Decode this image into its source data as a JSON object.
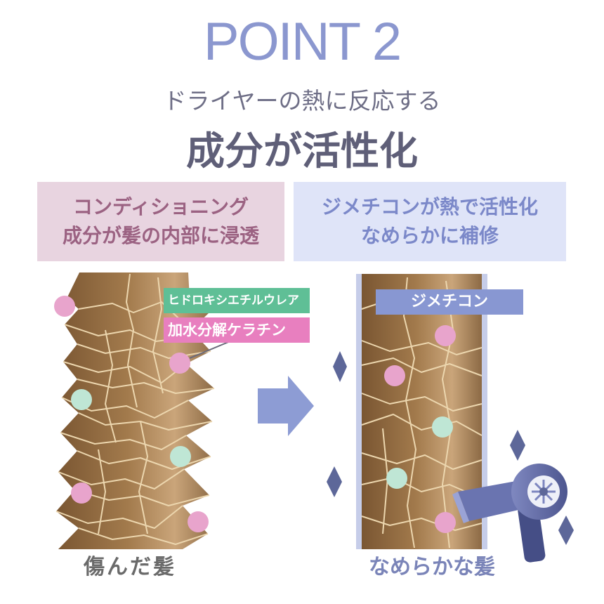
{
  "title": "POINT 2",
  "subtitle": "ドライヤーの熱に反応する",
  "headline": "成分が活性化",
  "left_panel": {
    "line1": "コンディショニング",
    "line2": "成分が髪の内部に浸透"
  },
  "right_panel": {
    "line1": "ジメチコンが熱で活性化",
    "line2": "なめらかに補修"
  },
  "labels": {
    "hydroxyethyl_urea": "ヒドロキシエチルウレア",
    "keratin": "加水分解ケラチン",
    "dimethicone": "ジメチコン"
  },
  "captions": {
    "damaged": "傷んだ髪",
    "smooth": "なめらかな髪"
  },
  "colors": {
    "accent_blue": "#8b97cf",
    "pink_dot": "#e8a4cc",
    "mint_dot": "#bfe6d5",
    "hair_brown": "#9c7447",
    "dryer": "#4f5894"
  },
  "icons": [
    "right-arrow-icon",
    "sparkle-icon",
    "hair-dryer-icon"
  ]
}
